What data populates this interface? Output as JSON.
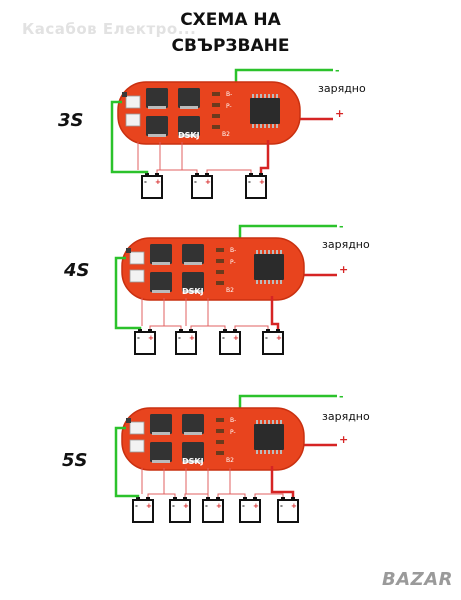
{
  "watermark": "Касабов Електро...",
  "title_line1": "СХЕМА НА",
  "title_line2": "СВЪРЗВАНЕ",
  "brand": "BAZAR",
  "colors": {
    "board": "#e8441e",
    "board_edge": "#c93010",
    "green_wire": "#2bc22b",
    "red_wire": "#d62424",
    "thin_wire": "#e06060",
    "battery": "#111111"
  },
  "board_markings": {
    "silk_text": "DSKJ",
    "b_minus": "B-",
    "p_minus": "P-",
    "b2": "B2"
  },
  "charge_label": "зарядно",
  "minus_sign": "-",
  "plus_sign": "+",
  "configs": [
    {
      "label": "3S",
      "cells": 3
    },
    {
      "label": "4S",
      "cells": 4
    },
    {
      "label": "5S",
      "cells": 5
    }
  ]
}
